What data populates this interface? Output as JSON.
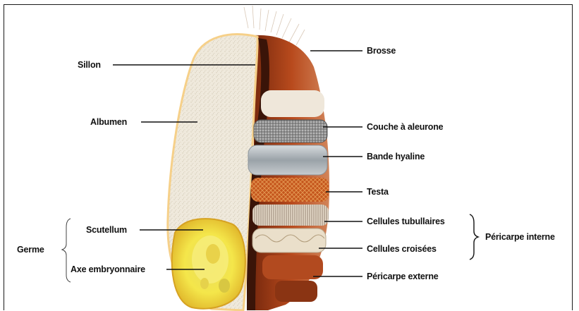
{
  "labels": {
    "sillon": "Sillon",
    "albumen": "Albumen",
    "scutellum": "Scutellum",
    "axe": "Axe embryonnaire",
    "germe": "Germe",
    "brosse": "Brosse",
    "aleurone": "Couche à aleurone",
    "hyaline": "Bande hyaline",
    "testa": "Testa",
    "tubulaires": "Cellules tubullaires",
    "croisees": "Cellules croisées",
    "pericarpe_interne": "Péricarpe interne",
    "pericarpe_externe": "Péricarpe externe"
  },
  "colors": {
    "brosse": "#b5441e",
    "albumen": "#ece6d8",
    "germe": "#f2e24a",
    "aleurone": "#9a9a9a",
    "hyaline": "#b9bfc3",
    "testa": "#c2561c"
  }
}
